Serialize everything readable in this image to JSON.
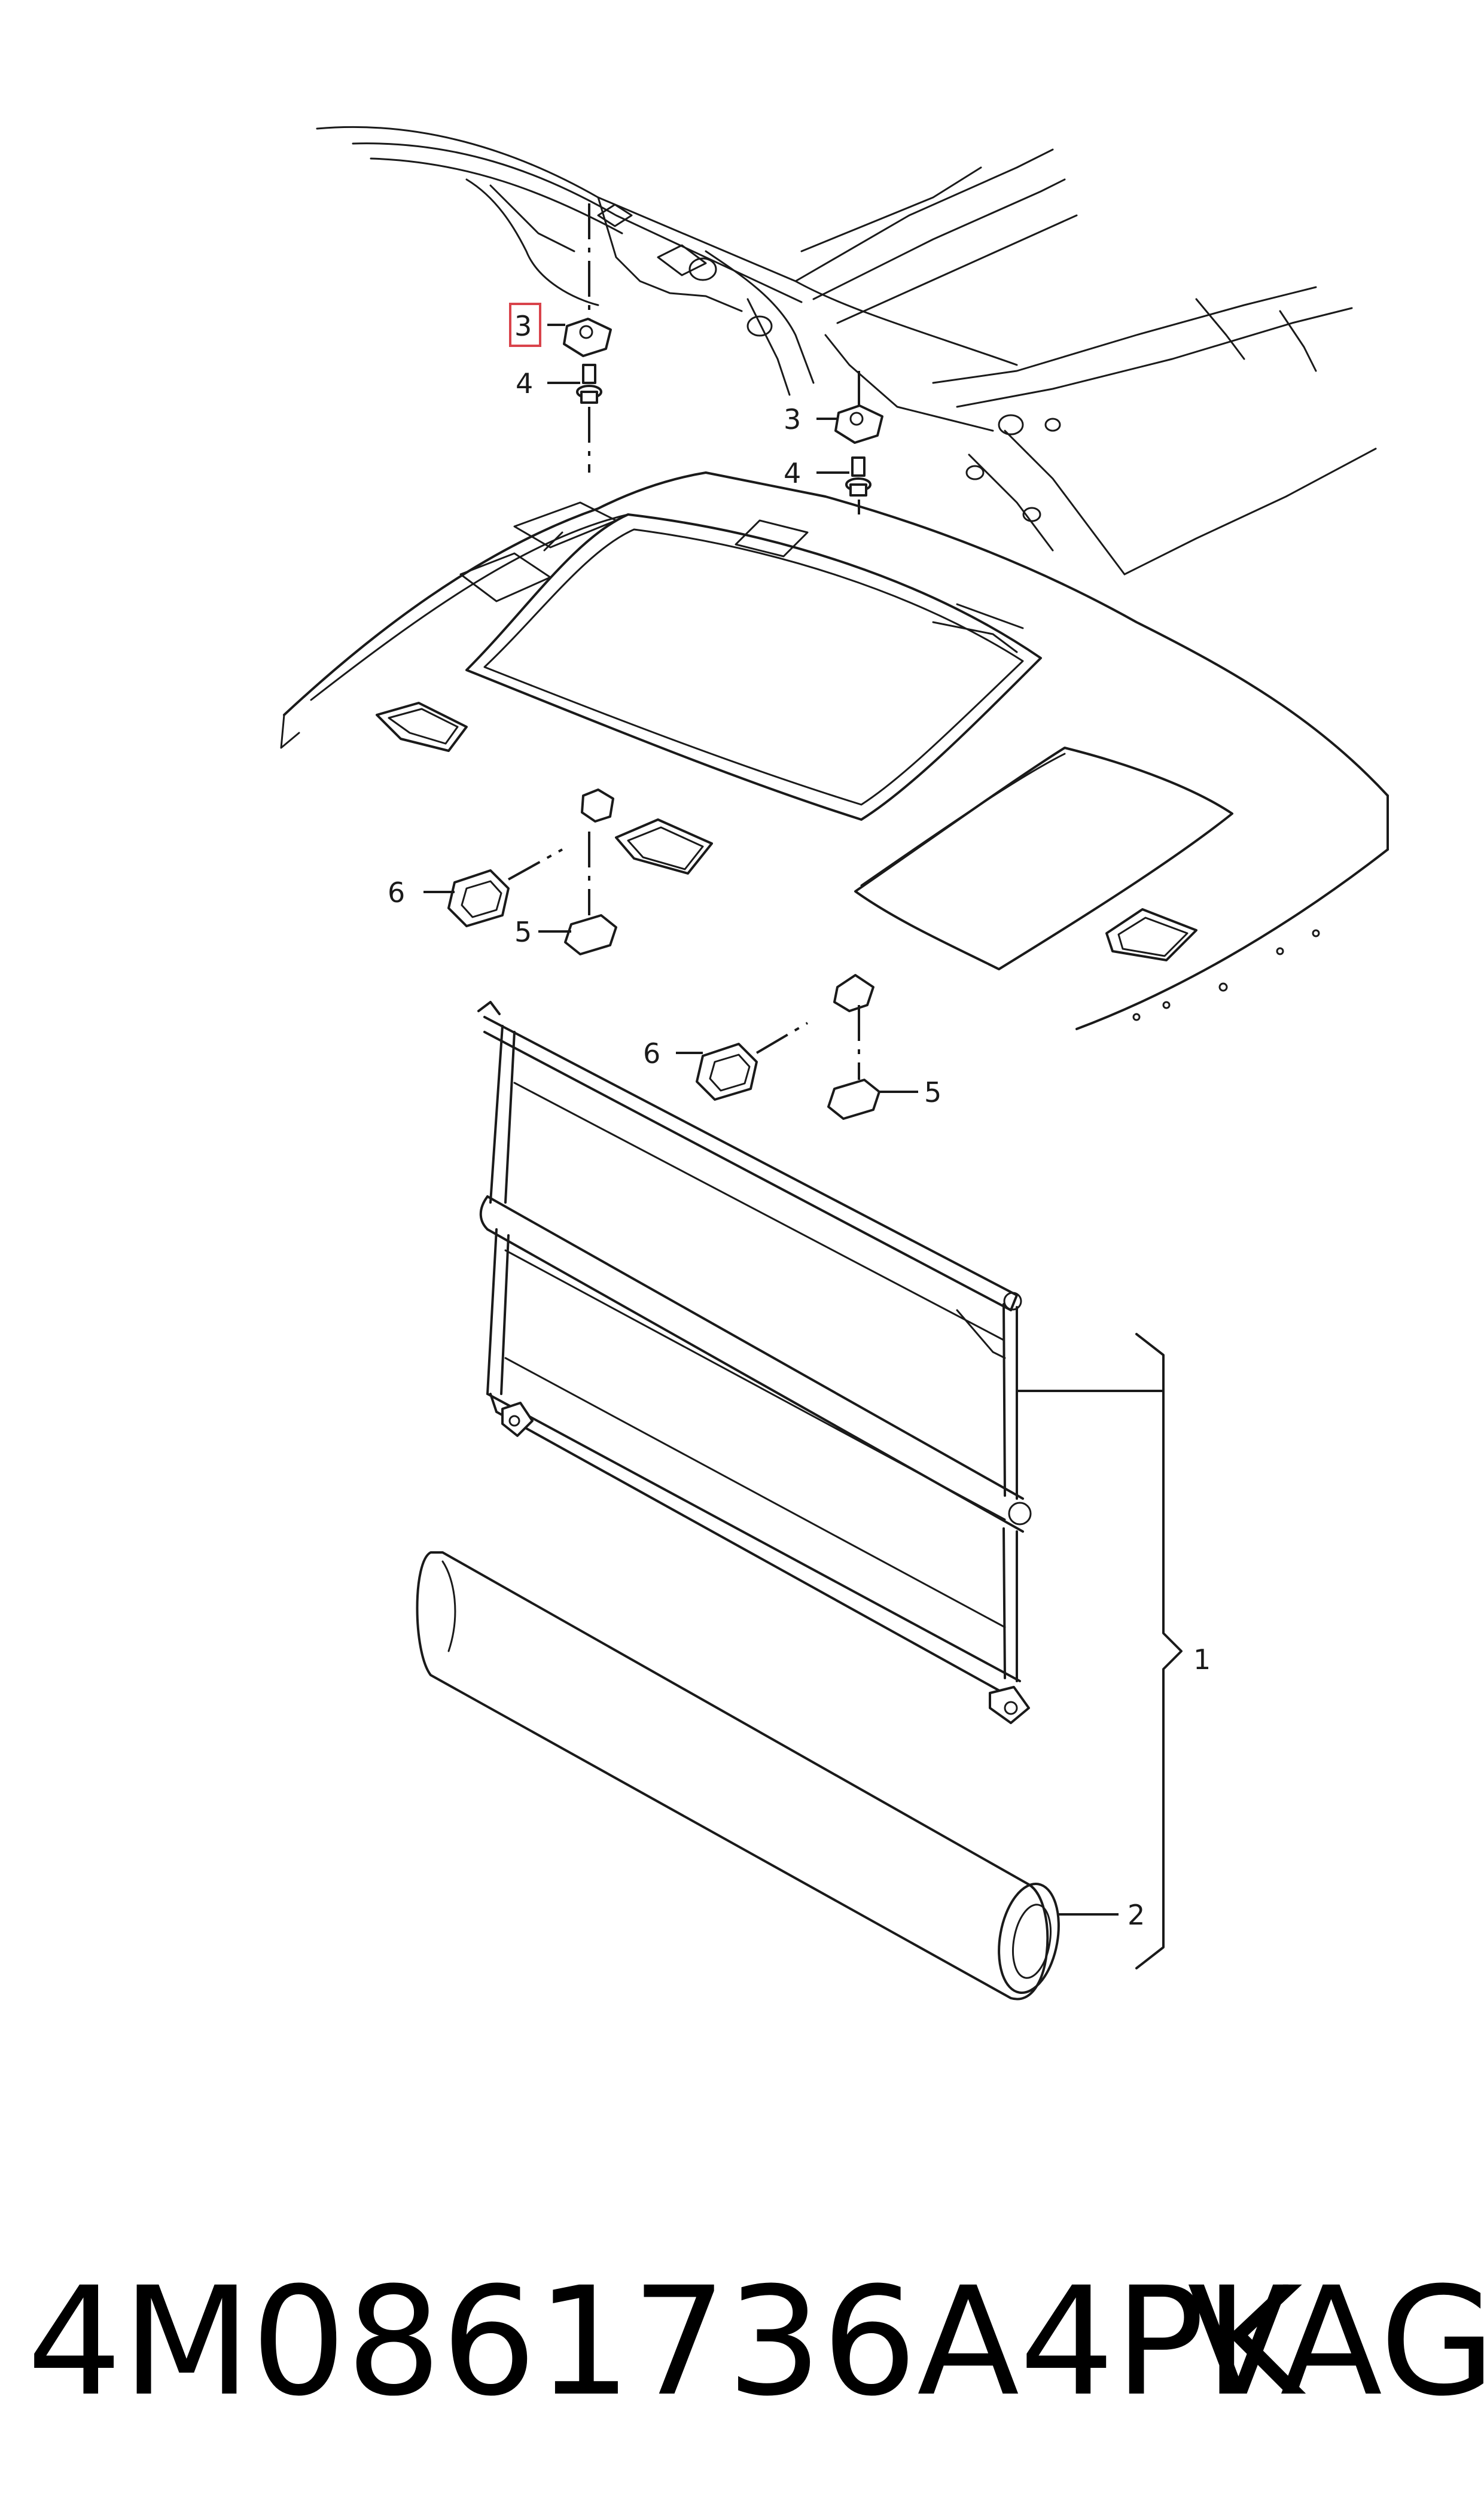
{
  "callouts": {
    "c3_upper": "3",
    "c4_upper": "4",
    "c3_lower": "3",
    "c4_lower": "4",
    "c6_left": "6",
    "c5_left": "5",
    "c6_right": "6",
    "c5_right": "5",
    "c1": "1",
    "c2": "2"
  },
  "highlighted_callout": "3",
  "colors": {
    "highlight": "#d9434b",
    "line": "#1a1a1a",
    "background": "#ffffff"
  },
  "footer": {
    "part_number": "4M0861736A4PK",
    "brand": "VAG"
  }
}
